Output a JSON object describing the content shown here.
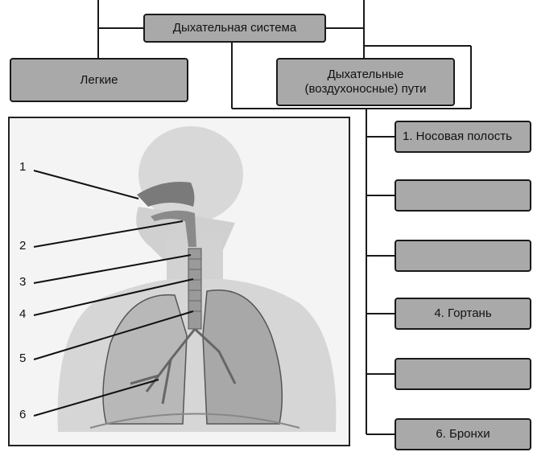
{
  "top": {
    "system_label": "Дыхательная система",
    "lungs_label": "Легкие",
    "airways_label_line1": "Дыхательные",
    "airways_label_line2": "(воздухоносные) пути"
  },
  "figure": {
    "numbers": [
      "1",
      "2",
      "3",
      "4",
      "5",
      "6"
    ]
  },
  "answer_boxes": [
    {
      "label": "1. Носовая полость"
    },
    {
      "label": ""
    },
    {
      "label": ""
    },
    {
      "label": "4. Гортань"
    },
    {
      "label": ""
    },
    {
      "label": "6. Бронхи"
    }
  ],
  "colors": {
    "box_fill": "#a9a9a9",
    "line": "#1a1a1a",
    "figure_bg": "#f4f4f4"
  }
}
